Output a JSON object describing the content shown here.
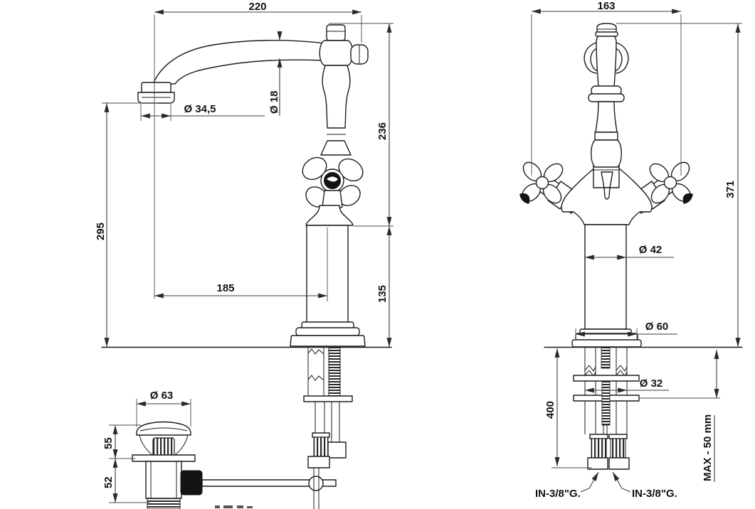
{
  "drawing": {
    "title": "faucet-technical-dimension-drawing",
    "colors": {
      "line": "#1c1c1c",
      "dimension": "#3a3a3a",
      "background": "#ffffff",
      "filled_detail": "#141414"
    },
    "side_view": {
      "spout_reach": "220",
      "spout_outlet_diameter": "Ø 34,5",
      "spout_tube_diameter": "Ø 18",
      "outlet_height": "295",
      "outlet_to_axis": "185",
      "upper_body_height": "236",
      "lower_body_height": "135"
    },
    "drain_assembly": {
      "cap_diameter": "Ø 63",
      "upper_height": "55",
      "lower_height": "52"
    },
    "front_view": {
      "handles_width": "163",
      "total_height": "371",
      "body_diameter": "Ø 42",
      "base_diameter": "Ø 60",
      "hose_length": "400",
      "shank_diameter": "Ø 32",
      "max_deck_thickness": "MAX - 50 mm",
      "inlet_left": "IN-3/8\"G.",
      "inlet_right": "IN-3/8\"G."
    }
  }
}
